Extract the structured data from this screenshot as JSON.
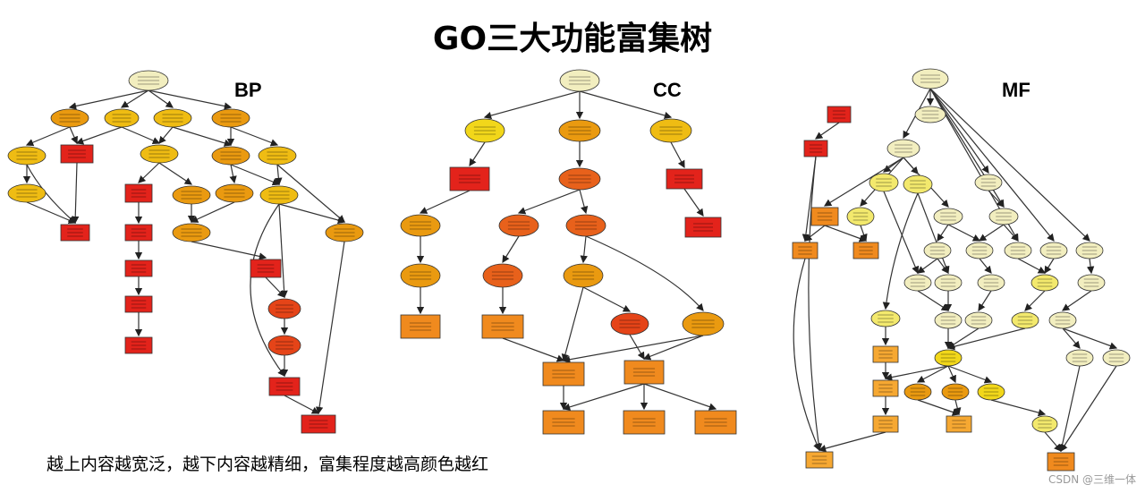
{
  "title": "GO三大功能富集树",
  "caption": "越上内容越宽泛，越下内容越精细，富集程度越高颜色越红",
  "watermark": "CSDN @三维一体",
  "panels": [
    {
      "label": "BP"
    },
    {
      "label": "CC"
    },
    {
      "label": "MF"
    }
  ],
  "colors": {
    "pale": "#f2eebf",
    "light_yellow": "#f3e96d",
    "yellow": "#f2d71a",
    "gold": "#efbc13",
    "amber": "#ea9a10",
    "orange": "#ee7a16",
    "dark_orange": "#e8611b",
    "red_orange": "#e54418",
    "red": "#e3231b",
    "box_orange": "#f08a1e",
    "box_light": "#f6a832"
  }
}
